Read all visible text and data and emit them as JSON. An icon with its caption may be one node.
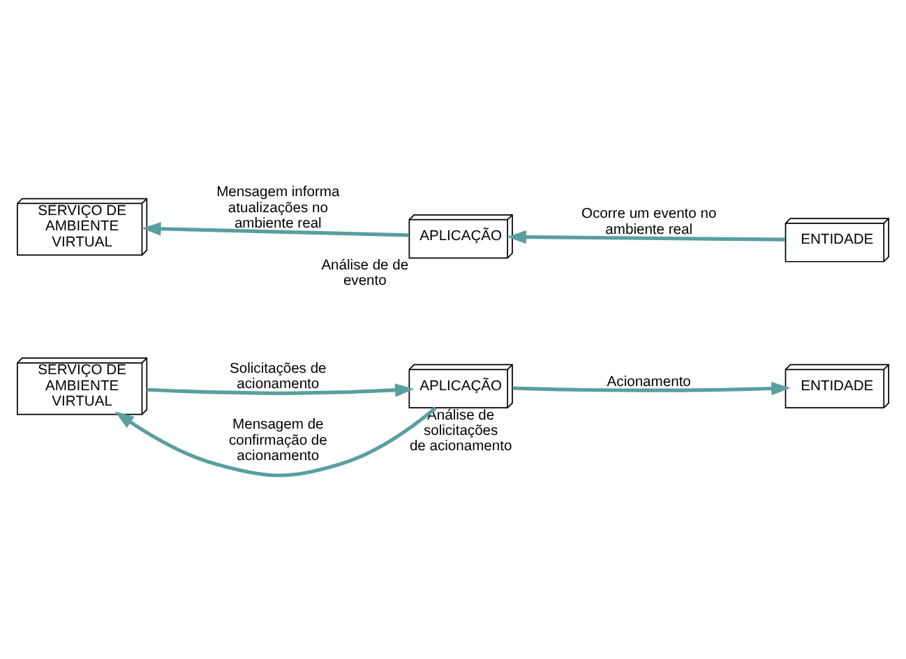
{
  "diagram": {
    "nodes": [
      {
        "text": [
          "SERVIÇO DE AMBIENTE VIRTUAL"
        ]
      },
      {
        "text": [
          "APLICAÇÃO"
        ],
        "beside": [
          "Análise de solicitações de acionamento"
        ]
      },
      {
        "text": [
          "ENTIDADE"
        ]
      },
      {
        "text": [
          "SERVIÇO DE AMBIENTE VIRTUAL"
        ]
      },
      {
        "text": [
          "APLICAÇÃO"
        ],
        "beside": [
          "Análise de de evento"
        ]
      },
      {
        "text": [
          "ENTIDADE"
        ]
      }
    ],
    "edges": [
      {
        "from": 0,
        "to": 1,
        "arrow": "to",
        "label": "Solicitações de acionamento"
      },
      {
        "from": 1,
        "to": 2,
        "arrow": "to",
        "label": "Acionamento"
      },
      {
        "from": 1,
        "to": 0,
        "arrow": "to",
        "label": "Mensagem de confirmação de acionamento"
      },
      {
        "from": 5,
        "to": 4,
        "arrow": "to",
        "label": "Ocorre um evento no ambiente real"
      },
      {
        "from": 4,
        "to": 3,
        "arrow": "to",
        "label": "Mensagem informa atualizações no ambiente real"
      }
    ]
  }
}
